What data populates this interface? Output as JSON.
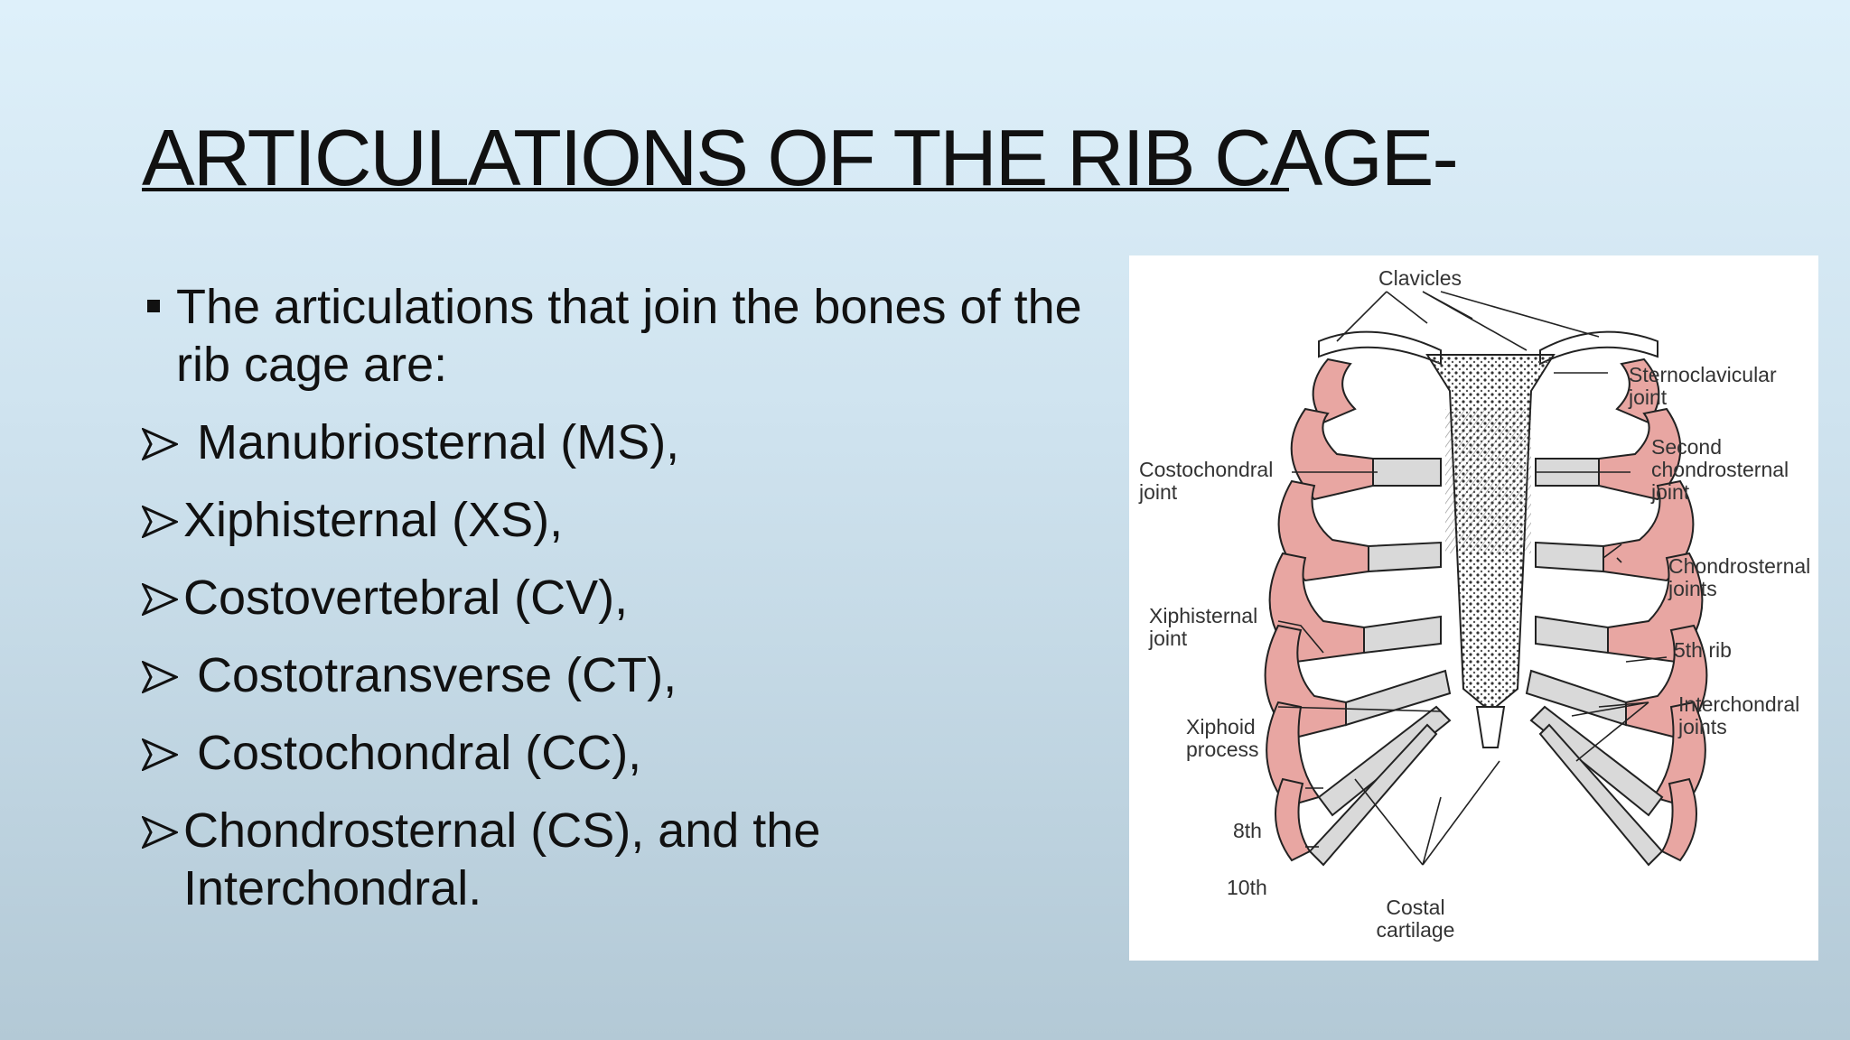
{
  "slide": {
    "title": "ARTICULATIONS OF THE RIB CAGE-",
    "intro": "The articulations that join the bones of the rib cage are:",
    "list": [
      " Manubriosternal (MS),",
      "Xiphisternal (XS),",
      "Costovertebral (CV),",
      " Costotransverse (CT),",
      " Costochondral (CC),",
      "Chondrosternal (CS), and the Interchondral."
    ]
  },
  "diagram": {
    "labels": {
      "clavicles": "Clavicles",
      "sternoclavicular_1": "Sternoclavicular",
      "sternoclavicular_2": "joint",
      "costochondral_1": "Costochondral",
      "costochondral_2": "joint",
      "second_1": "Second",
      "second_2": "chondrosternal",
      "second_3": "joint",
      "chondrosternal_1": "Chondrosternal",
      "chondrosternal_2": "joints",
      "xiphisternal_1": "Xiphisternal",
      "xiphisternal_2": "joint",
      "fifth_rib": "5th rib",
      "interchondral_1": "Interchondral",
      "interchondral_2": "joints",
      "xiphoid_1": "Xiphoid",
      "xiphoid_2": "process",
      "eighth": "8th",
      "tenth": "10th",
      "costal_1": "Costal",
      "costal_2": "cartilage"
    },
    "colors": {
      "bone": "#e8a6a2",
      "cartilage": "#d9d9d9",
      "outline": "#222222"
    }
  }
}
